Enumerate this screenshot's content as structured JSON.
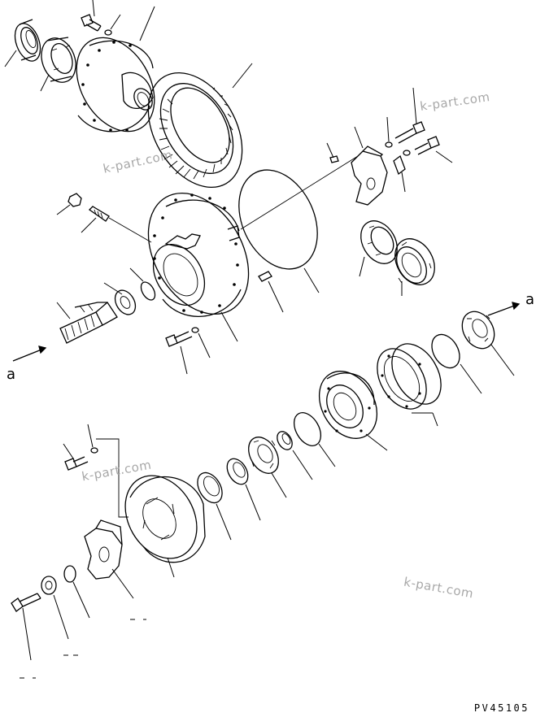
{
  "diagram": {
    "reference_labels": [
      "a",
      "a"
    ],
    "watermarks": [
      "k-part.com",
      "k-part.com",
      "k-part.com",
      "k-part.com"
    ],
    "document_code": "PV45105",
    "colors": {
      "line": "#000000",
      "watermark": "#a8a8a8",
      "background": "#ffffff"
    }
  }
}
